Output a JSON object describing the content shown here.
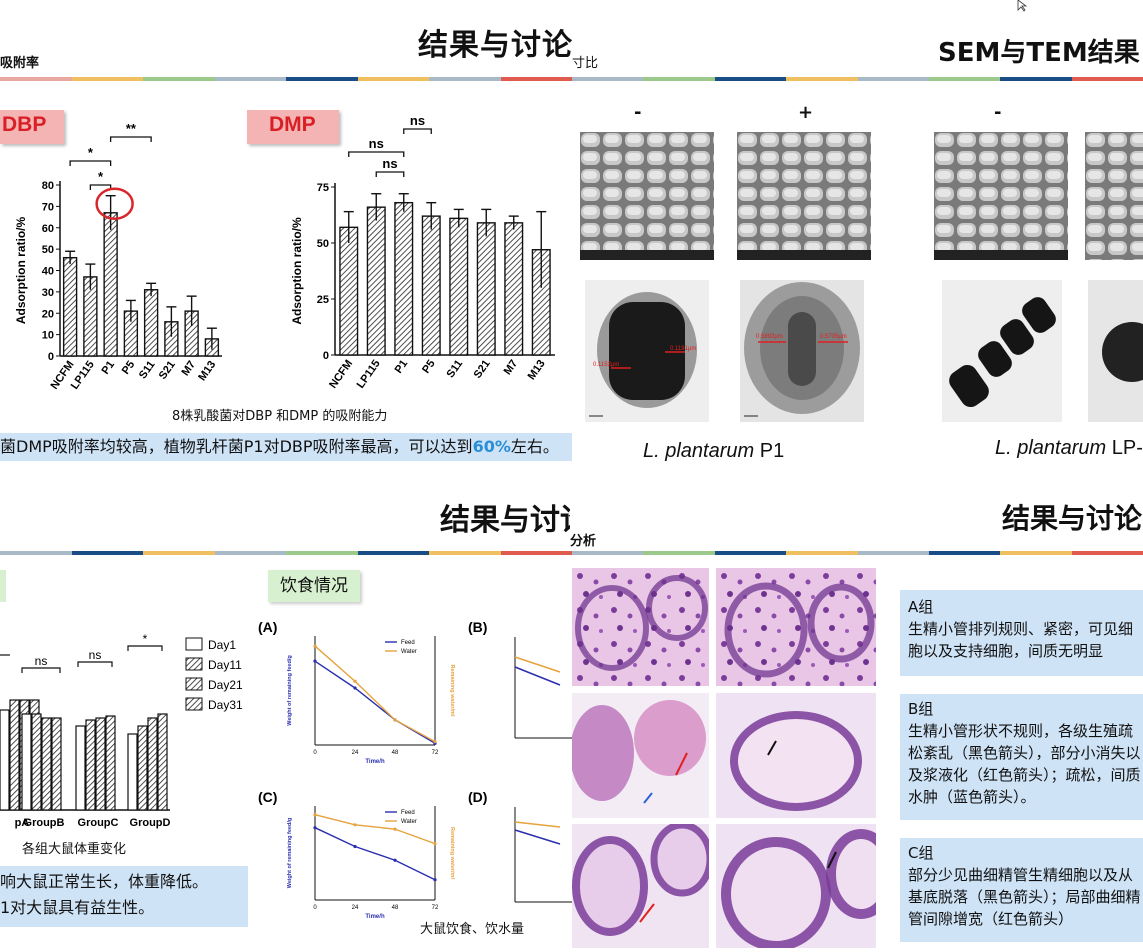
{
  "top_left_slide": {
    "title": "结果与讨论",
    "cut_label_left": "吸附率",
    "cut_label_right": "对比",
    "dbp_tag": "DBP",
    "dmp_tag": "DMP",
    "caption": "8株乳酸菌对DBP 和DMP 的吸附能力",
    "conclusion": "菌DMP吸附率均较高，植物乳杆菌P1对DBP吸附率最高，可以达到",
    "conclusion_highlight": "60%",
    "conclusion_tail": "左右。"
  },
  "chart_data": [
    {
      "type": "bar",
      "title": "DBP",
      "ylabel": "Adsorption ratio/%",
      "ylim": [
        0,
        80
      ],
      "yticks": [
        "0",
        "10",
        "20",
        "30",
        "40",
        "50",
        "60",
        "70",
        "80"
      ],
      "categories": [
        "NCFM",
        "LP115",
        "P1",
        "P5",
        "S11",
        "S21",
        "M7",
        "M13"
      ],
      "values": [
        46,
        37,
        67,
        21,
        31,
        16,
        21,
        8
      ],
      "errors": [
        3,
        6,
        8,
        5,
        3,
        7,
        7,
        5
      ],
      "significance": [
        {
          "from": "NCFM",
          "to": "P1",
          "label": "*"
        },
        {
          "from": "LP115",
          "to": "P1",
          "label": "*"
        },
        {
          "from": "P1",
          "to": "S11",
          "label": "**"
        }
      ]
    },
    {
      "type": "bar",
      "title": "DMP",
      "ylabel": "Adsorption ratio/%",
      "ylim": [
        0,
        75
      ],
      "yticks": [
        "0",
        "25",
        "50",
        "75"
      ],
      "categories": [
        "NCFM",
        "LP115",
        "P1",
        "P5",
        "S11",
        "S21",
        "M7",
        "M13"
      ],
      "values": [
        57,
        66,
        68,
        62,
        61,
        59,
        59,
        47
      ],
      "errors": [
        7,
        6,
        4,
        6,
        4,
        6,
        3,
        17
      ],
      "significance": [
        {
          "from": "NCFM",
          "to": "P1",
          "label": "ns"
        },
        {
          "from": "LP115",
          "to": "P1",
          "label": "ns"
        },
        {
          "from": "P1",
          "to": "P5",
          "label": "ns"
        }
      ]
    },
    {
      "type": "bar",
      "title": "",
      "categories": [
        "pA",
        "GroupB",
        "GroupC",
        "GroupD"
      ],
      "legend": [
        "Day1",
        "Day11",
        "Day21",
        "Day31"
      ],
      "significance_labels": [
        "ns",
        "ns",
        "*"
      ]
    },
    {
      "type": "line",
      "panel": "(A)",
      "x": [
        0,
        24,
        48,
        72
      ],
      "xlabel": "Time/h",
      "ylabel": "Weight of remaining feed/g",
      "y2label": "Remaining water/ml",
      "series": [
        {
          "name": "Feed",
          "values": [
            100,
            68,
            30,
            2
          ]
        },
        {
          "name": "Water",
          "values": [
            118,
            76,
            30,
            4
          ]
        }
      ]
    },
    {
      "type": "line",
      "panel": "(C)",
      "x": [
        0,
        24,
        48,
        72
      ],
      "xlabel": "Time/h",
      "ylabel": "Weight of remaining feed/g",
      "y2label": "Remaining water/ml",
      "series": [
        {
          "name": "Feed",
          "values": [
            100,
            74,
            55,
            28
          ]
        },
        {
          "name": "Water",
          "values": [
            118,
            104,
            98,
            78
          ]
        }
      ]
    }
  ],
  "top_right_slide": {
    "cut_label": "寸比",
    "minus": "-",
    "plus": "+",
    "tem_label_1": "0.1152μm",
    "tem_label_2": "0.1191μm",
    "tem_label_3": "0.5892μm",
    "tem_label_4": "0.5705μm",
    "caption_italic": "L. plantarum",
    "caption_strain": "P1"
  },
  "far_right_slide": {
    "title": "SEM与TEM结果",
    "minus": "-",
    "caption_italic": "L. plantarum",
    "caption_strain": "LP-"
  },
  "bottom_left_slide": {
    "title": "结果与讨论",
    "feed_tag": "饮食情况",
    "weight_caption": "各组大鼠体重变化",
    "feed_caption": "大鼠饮食、饮水量",
    "conclusion_line1": "响大鼠正常生长，体重降低。",
    "conclusion_line2": "1对大鼠具有益生性。",
    "panel_b": "(B)",
    "panel_d": "(D)"
  },
  "bottom_right_slide": {
    "title": "结果与讨论",
    "cut_label": "分析",
    "group_a_title": "A组",
    "group_a_text": "生精小管排列规则、紧密，可见细胞以及支持细胞，间质无明显",
    "group_b_title": "B组",
    "group_b_text": "生精小管形状不规则，各级生殖疏松紊乱（黑色箭头），部分小消失以及浆液化（红色箭头）；疏松，间质水肿（蓝色箭头）。",
    "group_c_title": "C组",
    "group_c_text": "部分少见曲细精管生精细胞以及从基底脱落（黑色箭头）；局部曲细精管间隙增宽（红色箭头）"
  },
  "colors": {
    "stripe": [
      "#e05a4e",
      "#f0b84b",
      "#8cc37a",
      "#4a88c7",
      "#1a4d86"
    ],
    "dbp_tag_bg": "#f5b4b4",
    "dbp_tag_fg": "#d81f26",
    "feed_tag_bg": "#d7f0cf",
    "highlight_blue": "#cfe3f6",
    "accent_blue": "#2b8fd6",
    "feed_line": "#2a2fb0",
    "water_line": "#e6a23c"
  }
}
